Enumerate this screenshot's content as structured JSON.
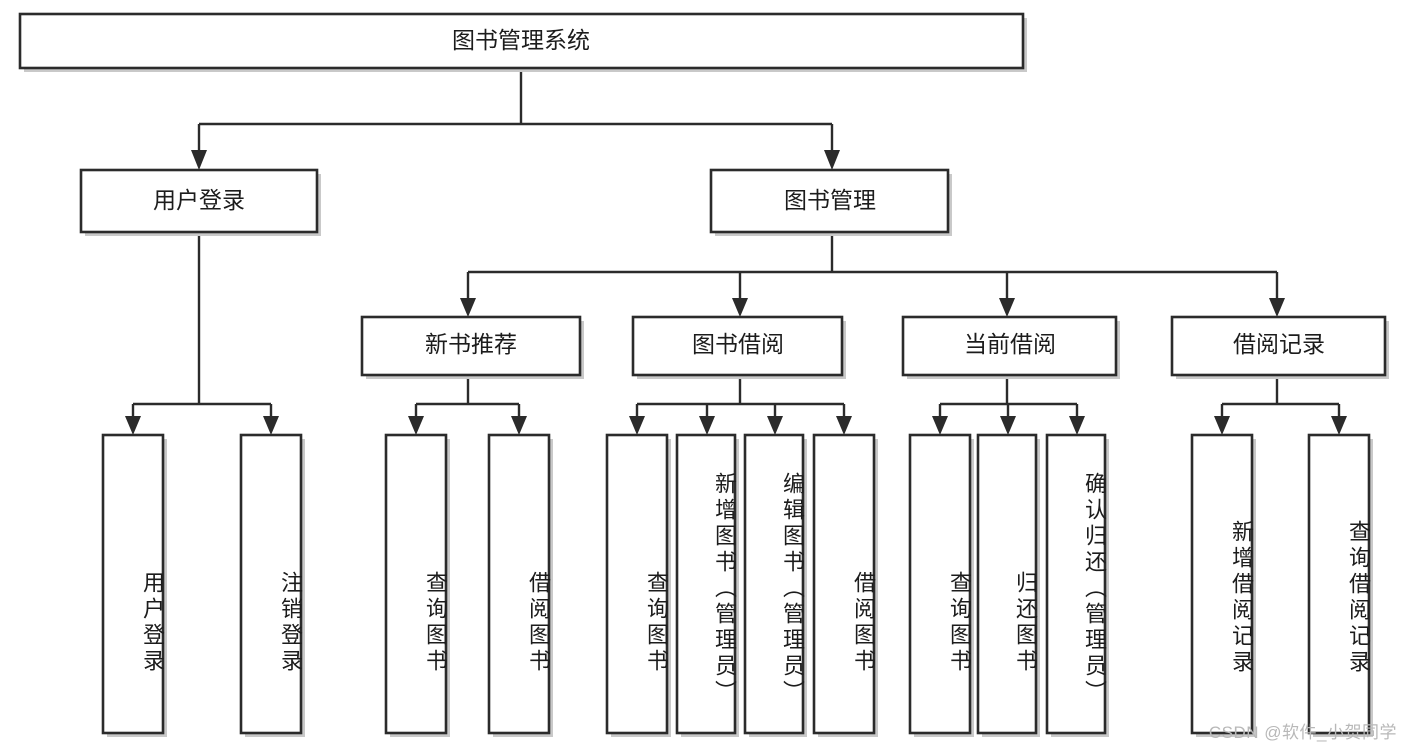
{
  "diagram": {
    "type": "tree",
    "title": "图书管理系统",
    "watermark": "CSDN @软件_小贺同学",
    "colors": {
      "stroke": "#2b2b2b",
      "fill": "#ffffff",
      "shadow": "#c9c9c9",
      "text": "#1c1c1c",
      "watermark": "#b8b8b8"
    },
    "root": {
      "label": "图书管理系统"
    },
    "level2": [
      {
        "label": "用户登录"
      },
      {
        "label": "图书管理"
      }
    ],
    "level3": [
      {
        "label": "新书推荐"
      },
      {
        "label": "图书借阅"
      },
      {
        "label": "当前借阅"
      },
      {
        "label": "借阅记录"
      }
    ],
    "leaves": {
      "user_login": [
        {
          "label": "用户登录"
        },
        {
          "label": "注销登录"
        }
      ],
      "new_book": [
        {
          "label": "查询图书"
        },
        {
          "label": "借阅图书"
        }
      ],
      "book_borrow": [
        {
          "label": "查询图书"
        },
        {
          "label": "新增图书（管理员）"
        },
        {
          "label": "编辑图书（管理员）"
        },
        {
          "label": "借阅图书"
        }
      ],
      "current_borrow": [
        {
          "label": "查询图书"
        },
        {
          "label": "归还图书"
        },
        {
          "label": "确认归还（管理员）"
        }
      ],
      "borrow_record": [
        {
          "label": "新增借阅记录"
        },
        {
          "label": "查询借阅记录"
        }
      ]
    }
  }
}
